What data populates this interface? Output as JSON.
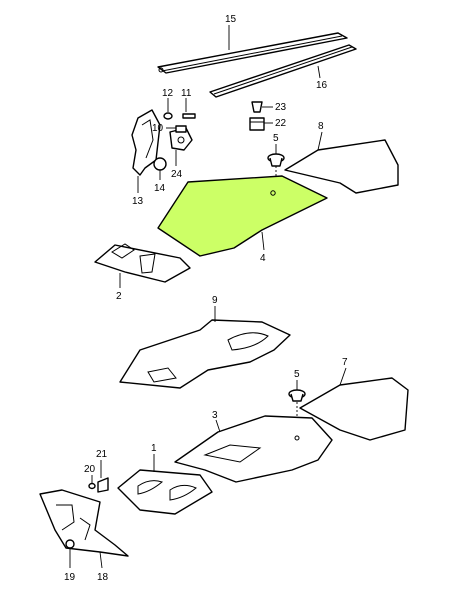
{
  "diagram": {
    "highlight_color": "#ccff66",
    "parts": [
      {
        "label": "15",
        "highlighted": false
      },
      {
        "label": "16",
        "highlighted": false
      },
      {
        "label": "12",
        "highlighted": false
      },
      {
        "label": "11",
        "highlighted": false
      },
      {
        "label": "10",
        "highlighted": false
      },
      {
        "label": "23",
        "highlighted": false
      },
      {
        "label": "22",
        "highlighted": false
      },
      {
        "label": "5",
        "highlighted": false
      },
      {
        "label": "8",
        "highlighted": false
      },
      {
        "label": "24",
        "highlighted": false
      },
      {
        "label": "14",
        "highlighted": false
      },
      {
        "label": "13",
        "highlighted": false
      },
      {
        "label": "4",
        "highlighted": true
      },
      {
        "label": "2",
        "highlighted": false
      },
      {
        "label": "9",
        "highlighted": false
      },
      {
        "label": "5",
        "highlighted": false
      },
      {
        "label": "7",
        "highlighted": false
      },
      {
        "label": "3",
        "highlighted": false
      },
      {
        "label": "1",
        "highlighted": false
      },
      {
        "label": "21",
        "highlighted": false
      },
      {
        "label": "20",
        "highlighted": false
      },
      {
        "label": "19",
        "highlighted": false
      },
      {
        "label": "18",
        "highlighted": false
      }
    ]
  }
}
